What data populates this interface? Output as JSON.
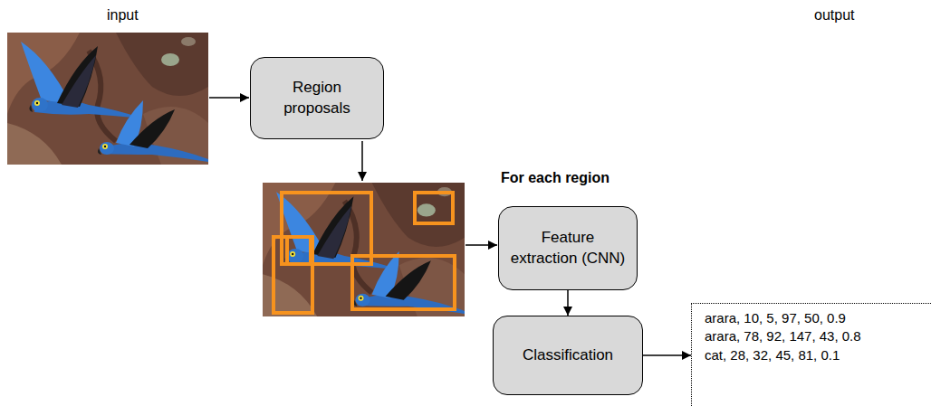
{
  "diagram": {
    "nodes": [
      {
        "text": [
          "Region proposals"
        ]
      },
      {
        "text": [
          "Feature extraction (CNN)"
        ]
      },
      {
        "text": [
          "Classification"
        ]
      },
      {
        "text": [
          "arara, 10, 5, 97, 50, 0.9",
          "arara, 78, 92, 147, 43, 0.8",
          "cat, 28, 32, 45, 81, 0.1"
        ]
      }
    ],
    "edges": [
      {
        "from": 1,
        "to": 2,
        "arrow": "to"
      },
      {
        "from": 2,
        "to": 3,
        "arrow": "to"
      }
    ],
    "labels": [
      "input",
      "output",
      "For each region"
    ]
  }
}
